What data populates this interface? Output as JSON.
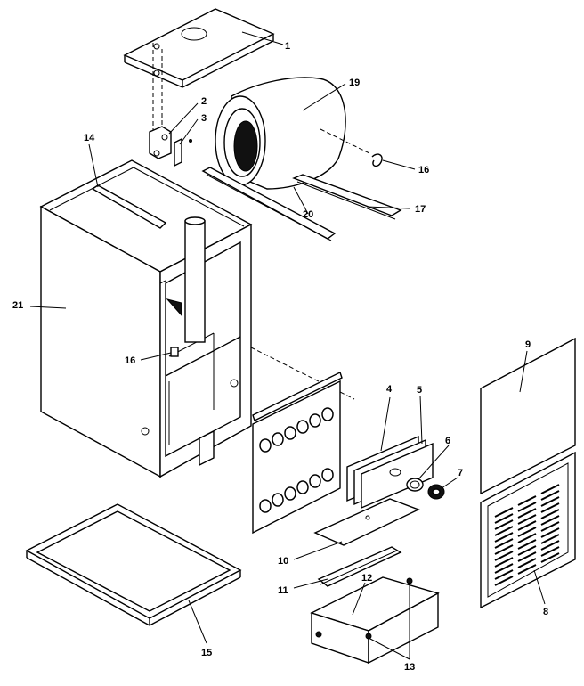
{
  "parts": [
    {
      "id": "p1",
      "label": "1"
    },
    {
      "id": "p2",
      "label": "2"
    },
    {
      "id": "p3",
      "label": "3"
    },
    {
      "id": "p4",
      "label": "4"
    },
    {
      "id": "p5",
      "label": "5"
    },
    {
      "id": "p6",
      "label": "6"
    },
    {
      "id": "p7",
      "label": "7"
    },
    {
      "id": "p8",
      "label": "8"
    },
    {
      "id": "p9",
      "label": "9"
    },
    {
      "id": "p10",
      "label": "10"
    },
    {
      "id": "p11",
      "label": "11"
    },
    {
      "id": "p12",
      "label": "12"
    },
    {
      "id": "p13",
      "label": "13"
    },
    {
      "id": "p14",
      "label": "14"
    },
    {
      "id": "p15",
      "label": "15"
    },
    {
      "id": "p16a",
      "label": "16"
    },
    {
      "id": "p16b",
      "label": "16"
    },
    {
      "id": "p17",
      "label": "17"
    },
    {
      "id": "p19",
      "label": "19"
    },
    {
      "id": "p20",
      "label": "20"
    },
    {
      "id": "p21",
      "label": "21"
    }
  ]
}
